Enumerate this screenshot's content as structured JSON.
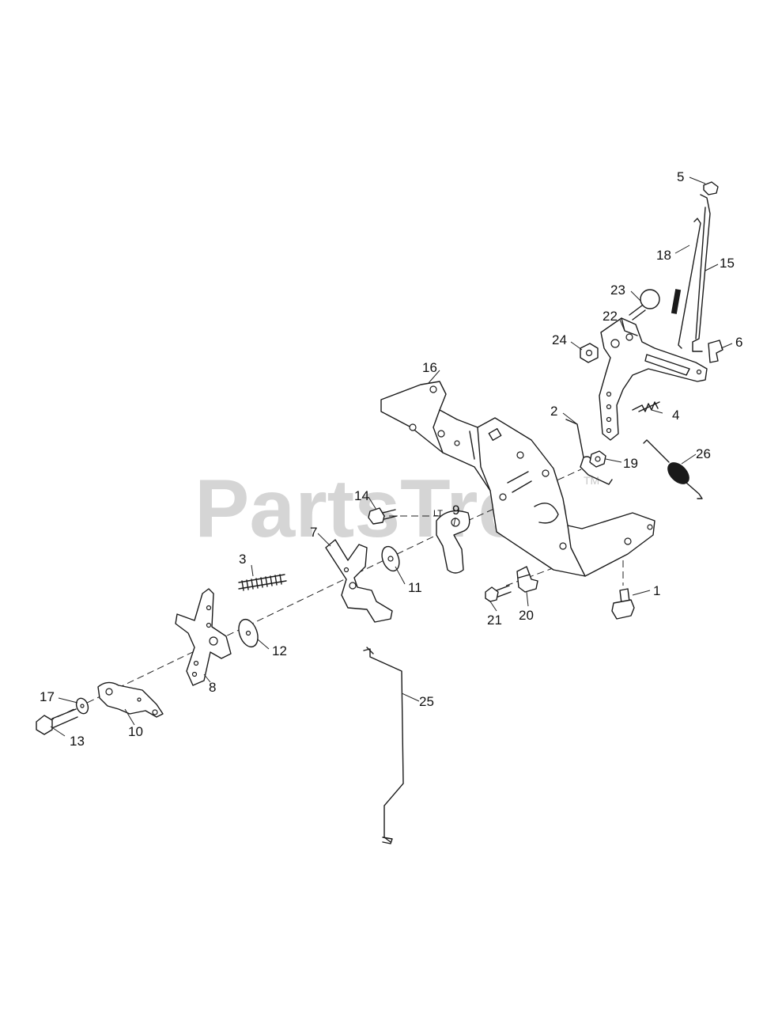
{
  "watermark": {
    "text": "PartsTree",
    "trademark": "TM"
  },
  "parts": [
    {
      "id": "part-1",
      "number": "1"
    },
    {
      "id": "part-2",
      "number": "2"
    },
    {
      "id": "part-3",
      "number": "3"
    },
    {
      "id": "part-4",
      "number": "4"
    },
    {
      "id": "part-5",
      "number": "5"
    },
    {
      "id": "part-6",
      "number": "6"
    },
    {
      "id": "part-7",
      "number": "7"
    },
    {
      "id": "part-8",
      "number": "8"
    },
    {
      "id": "part-9",
      "number": "9"
    },
    {
      "id": "part-10",
      "number": "10"
    },
    {
      "id": "part-11",
      "number": "11"
    },
    {
      "id": "part-12",
      "number": "12"
    },
    {
      "id": "part-13",
      "number": "13"
    },
    {
      "id": "part-14",
      "number": "14"
    },
    {
      "id": "part-15",
      "number": "15"
    },
    {
      "id": "part-16",
      "number": "16"
    },
    {
      "id": "part-17",
      "number": "17"
    },
    {
      "id": "part-18",
      "number": "18"
    },
    {
      "id": "part-19",
      "number": "19"
    },
    {
      "id": "part-20",
      "number": "20"
    },
    {
      "id": "part-21",
      "number": "21"
    },
    {
      "id": "part-22",
      "number": "22"
    },
    {
      "id": "part-23",
      "number": "23"
    },
    {
      "id": "part-24",
      "number": "24"
    },
    {
      "id": "part-25",
      "number": "25"
    },
    {
      "id": "part-26",
      "number": "26"
    }
  ],
  "markings": {
    "part_9_stamp": "LT"
  }
}
